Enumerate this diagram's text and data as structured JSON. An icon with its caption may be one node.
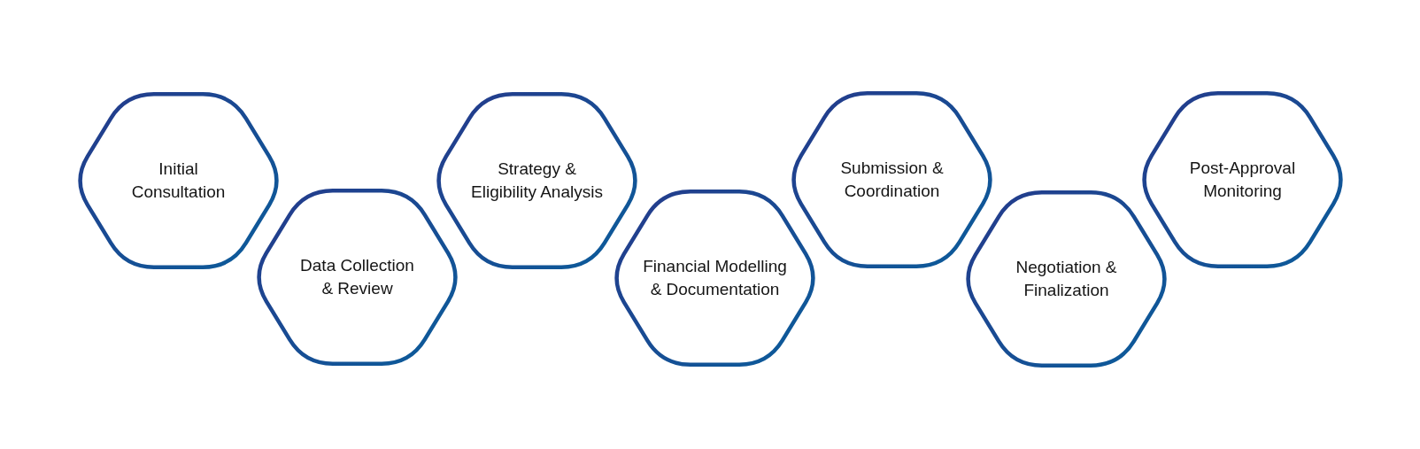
{
  "diagram": {
    "nodes": [
      {
        "text": [
          "Initial Consultation"
        ]
      },
      {
        "text": [
          "Data Collection & Review"
        ]
      },
      {
        "text": [
          "Strategy & Eligibility Analysis"
        ]
      },
      {
        "text": [
          "Financial Modelling & Documentation"
        ]
      },
      {
        "text": [
          "Submission & Coordination"
        ]
      },
      {
        "text": [
          "Negotiation & Finalization"
        ]
      },
      {
        "text": [
          "Post-Approval Monitoring"
        ]
      }
    ]
  }
}
